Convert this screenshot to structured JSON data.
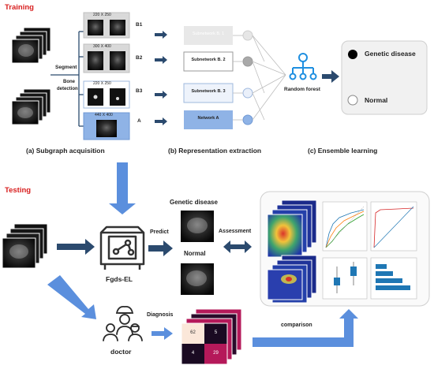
{
  "training": {
    "heading": "Training",
    "segment_label": "Segment",
    "bone_label": [
      "Bone",
      "detection"
    ],
    "crops": [
      {
        "size": "220 X 250",
        "tag": "B1"
      },
      {
        "size": "300 X 400",
        "tag": "B2"
      },
      {
        "size": "220 X 250",
        "tag": "B3"
      },
      {
        "size": "440 X 400",
        "tag": "A"
      }
    ],
    "subnetworks": [
      "Subnetwork B. 1",
      "Subnetwork B. 2",
      "Subnetwork B. 3",
      "Network A"
    ],
    "random_forest": "Random forest",
    "outputs": [
      "Genetic disease",
      "Normal"
    ],
    "captions": [
      "(a)  Subgraph acquisition",
      "(b) Representation extraction",
      "(c) Ensemble learning"
    ]
  },
  "testing": {
    "heading": "Testing",
    "model": "Fgds-EL",
    "predict": "Predict",
    "genetic_disease": "Genetic disease",
    "normal": "Normal",
    "assessment": "Assessment",
    "diagnosis": "Diagnosis",
    "doctor": "doctor",
    "comparison": "comparison",
    "confusion_matrix": [
      "62",
      "5",
      "4",
      "29"
    ]
  },
  "colors": {
    "arrow_big": "#5b8fdd",
    "arrow_dark": "#2b4a6e",
    "network_fill": "#8fb3e6",
    "cm_dark": "#b5195a",
    "cm_light": "#fbe7d9"
  }
}
